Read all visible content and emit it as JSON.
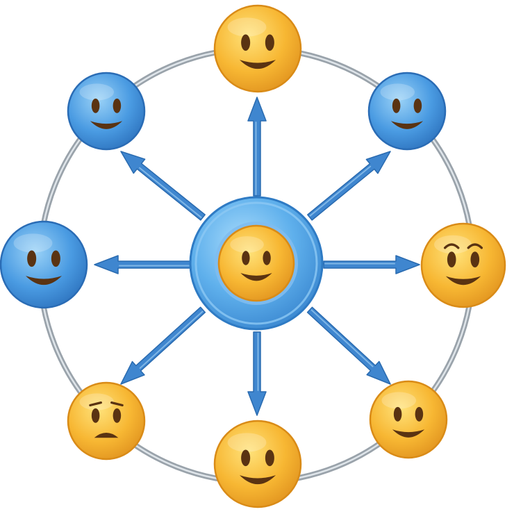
{
  "diagram": {
    "type": "hub-and-spoke",
    "hub": {
      "expression": "smile",
      "tone": "yellow",
      "ring": "blue"
    },
    "nodes": [
      {
        "id": "top",
        "expression": "smile",
        "tone": "yellow"
      },
      {
        "id": "top-right",
        "expression": "smile",
        "tone": "blue"
      },
      {
        "id": "right",
        "expression": "surprised",
        "tone": "yellow"
      },
      {
        "id": "bottom-right",
        "expression": "smile",
        "tone": "yellow"
      },
      {
        "id": "bottom",
        "expression": "smile",
        "tone": "yellow"
      },
      {
        "id": "bottom-left",
        "expression": "frown",
        "tone": "yellow"
      },
      {
        "id": "left",
        "expression": "smile",
        "tone": "blue"
      },
      {
        "id": "top-left",
        "expression": "smile",
        "tone": "blue"
      }
    ],
    "arrows": [
      {
        "direction": "up"
      },
      {
        "direction": "up-right"
      },
      {
        "direction": "right"
      },
      {
        "direction": "down-right"
      },
      {
        "direction": "down"
      },
      {
        "direction": "down-left"
      },
      {
        "direction": "left"
      },
      {
        "direction": "up-left"
      }
    ],
    "outer_ring": true
  },
  "colors": {
    "ring_stroke": "#9aa3ab",
    "ring_highlight": "#dfe5ea",
    "arrow": "#3f86cf",
    "arrow_edge": "#2a6bb0",
    "hub_ring": "#4b9ee0",
    "hub_ring_light": "#8cc8f4",
    "yellow_face": "#f7b733",
    "yellow_face_light": "#ffd86b",
    "yellow_face_edge": "#d98b17",
    "blue_face": "#4a9be2",
    "blue_face_light": "#8fcaf5",
    "blue_face_edge": "#2a6cb5",
    "feature": "#5a3312"
  }
}
